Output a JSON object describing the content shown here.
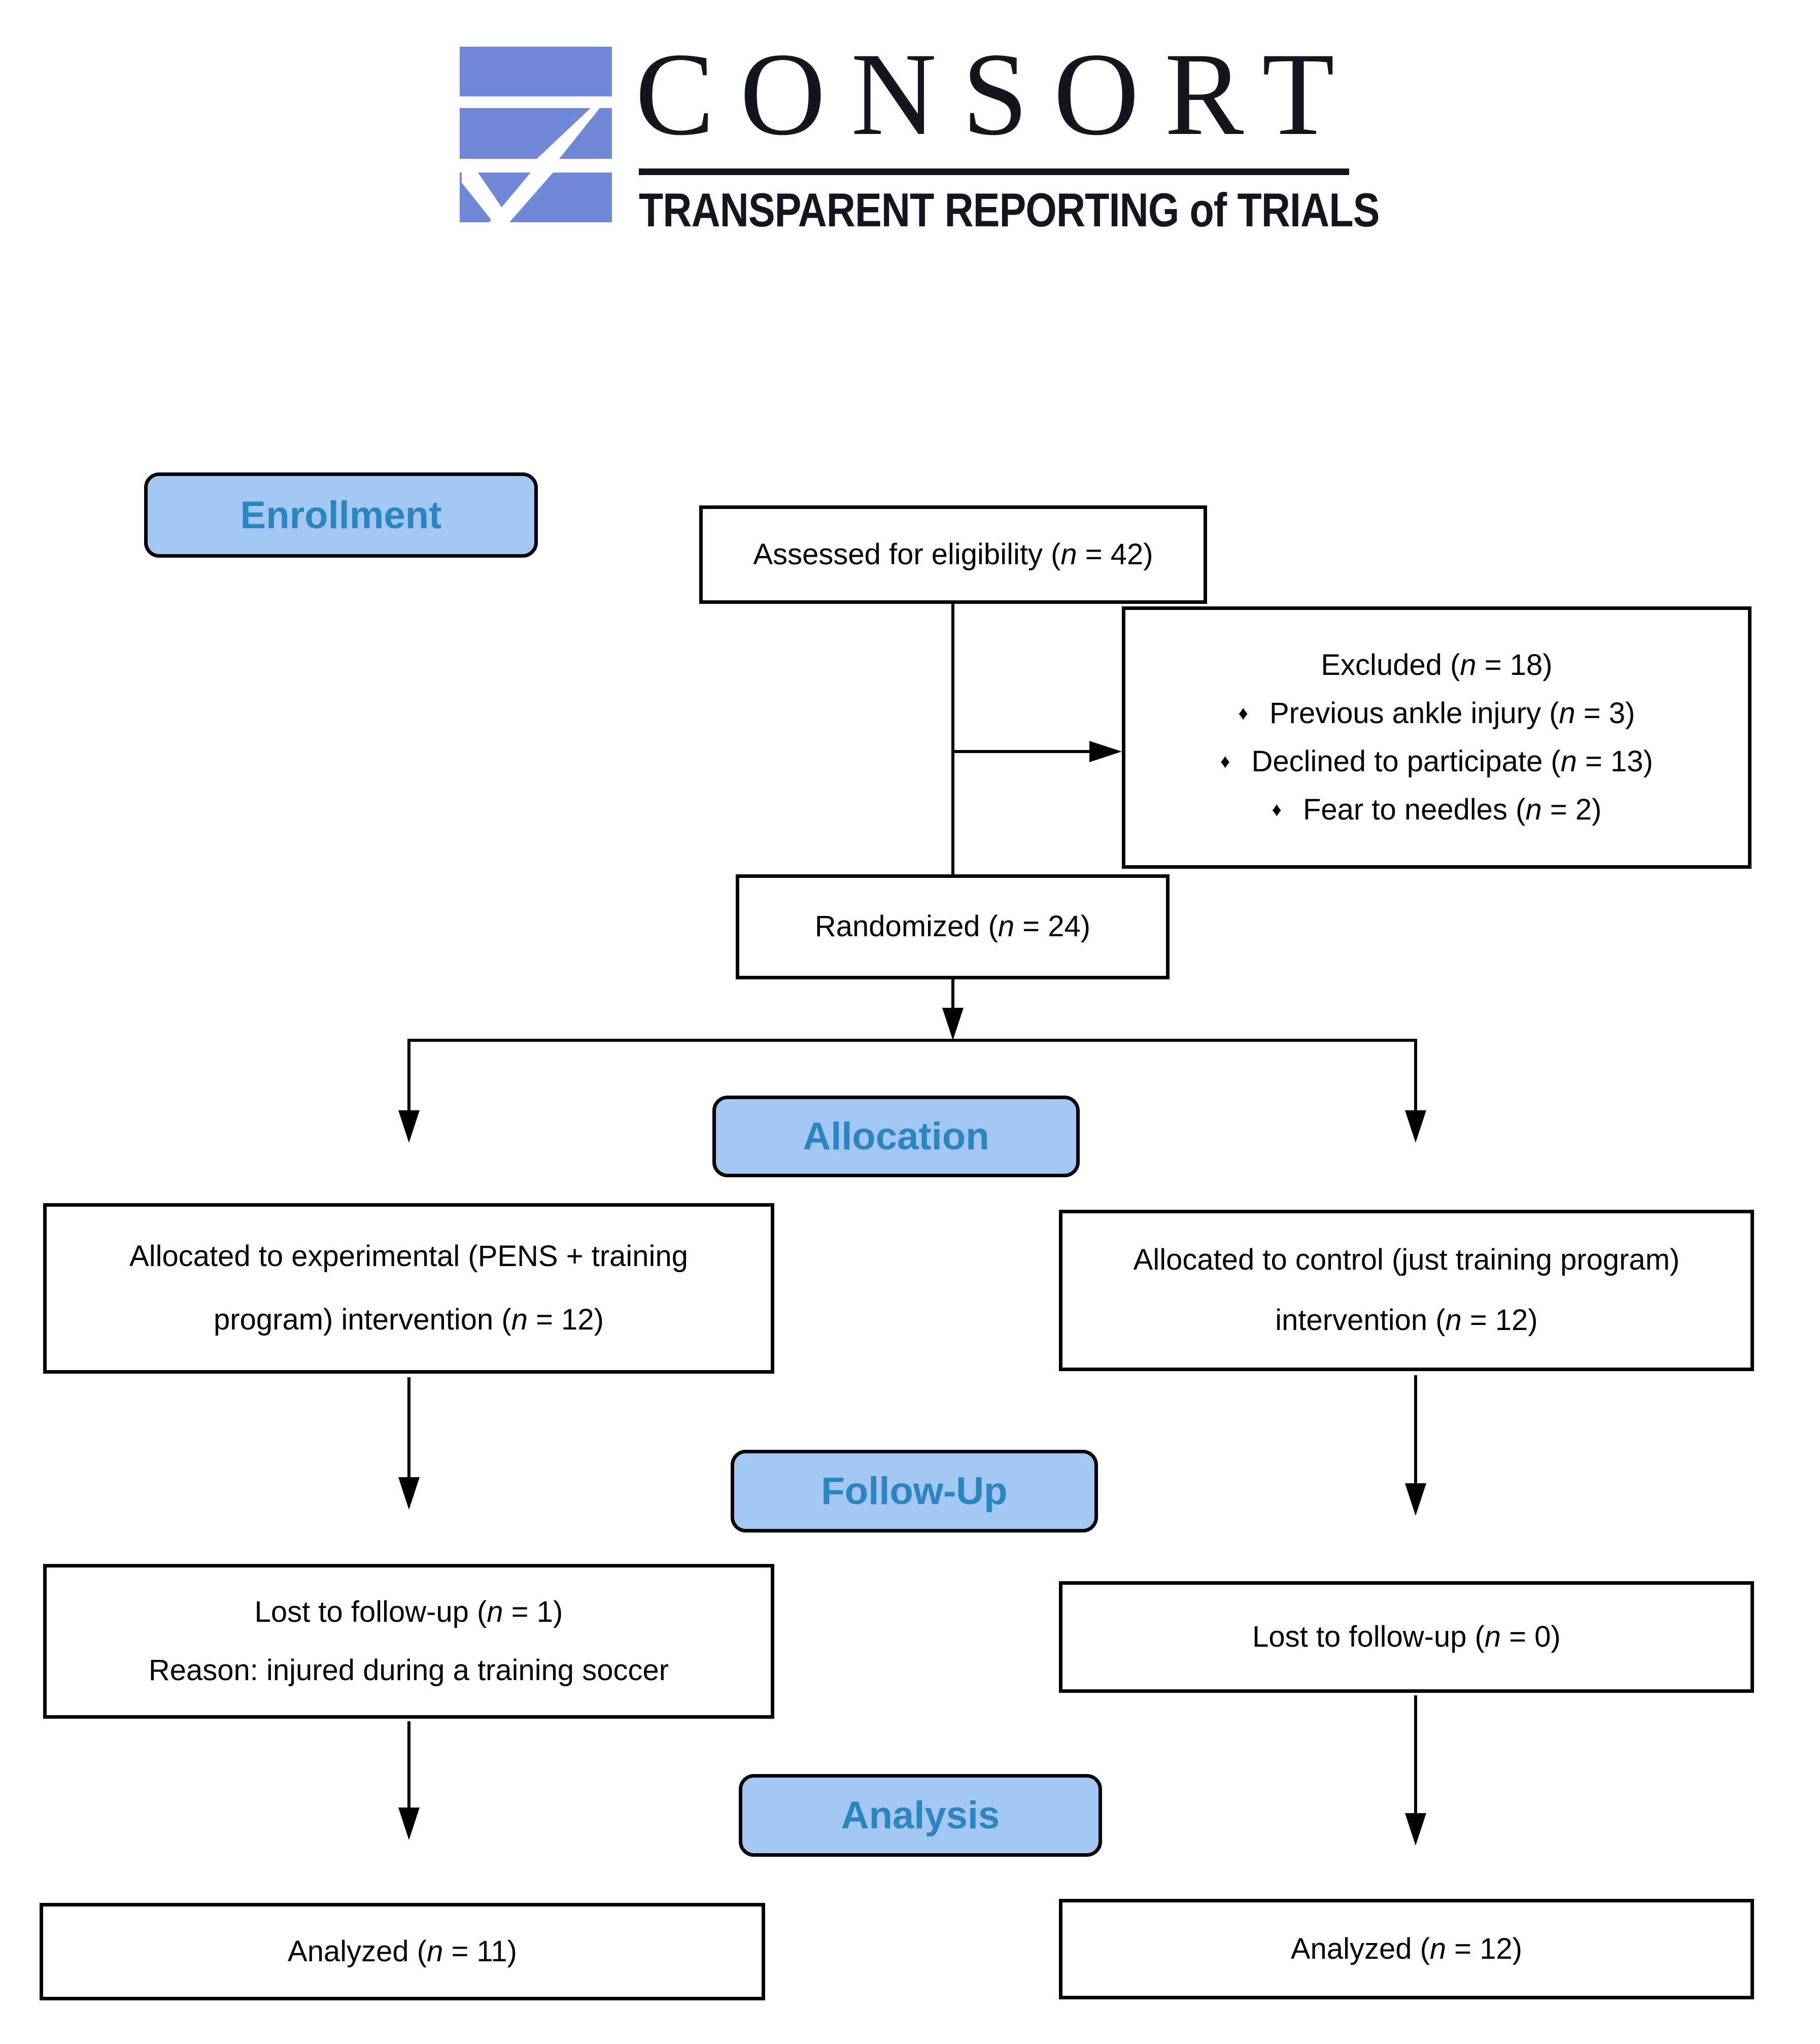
{
  "logo": {
    "wordmark": "CONSORT",
    "tagline": "TRANSPARENT REPORTING of TRIALS"
  },
  "stages": {
    "enrollment": "Enrollment",
    "allocation": "Allocation",
    "followup": "Follow-Up",
    "analysis": "Analysis"
  },
  "boxes": {
    "assessed": {
      "text": "Assessed for eligibility (n = 42)"
    },
    "excluded": {
      "title": "Excluded (n = 18)",
      "items": [
        "Previous ankle injury (n = 3)",
        "Declined to participate (n = 13)",
        "Fear to needles (n = 2)"
      ]
    },
    "randomized": {
      "text": "Randomized (n = 24)"
    },
    "allocated_experimental": {
      "line1": "Allocated to experimental (PENS + training",
      "line2": "program) intervention (n = 12)"
    },
    "allocated_control": {
      "line1": "Allocated to control (just training program)",
      "line2": "intervention (n = 12)"
    },
    "lost_experimental": {
      "line1": "Lost to follow-up (n = 1)",
      "line2": "Reason: injured during a training soccer"
    },
    "lost_control": {
      "text": "Lost to follow-up (n = 0)"
    },
    "analyzed_experimental": {
      "text": "Analyzed (n = 11)"
    },
    "analyzed_control": {
      "text": "Analyzed (n = 12)"
    }
  },
  "icons": {
    "bullet": "♦"
  },
  "colors": {
    "logo_blue": "#7187d8",
    "stage_fill": "#a3c6f3",
    "stage_text": "#2a85c0",
    "box_border": "#000000",
    "logo_text": "#15151f"
  }
}
